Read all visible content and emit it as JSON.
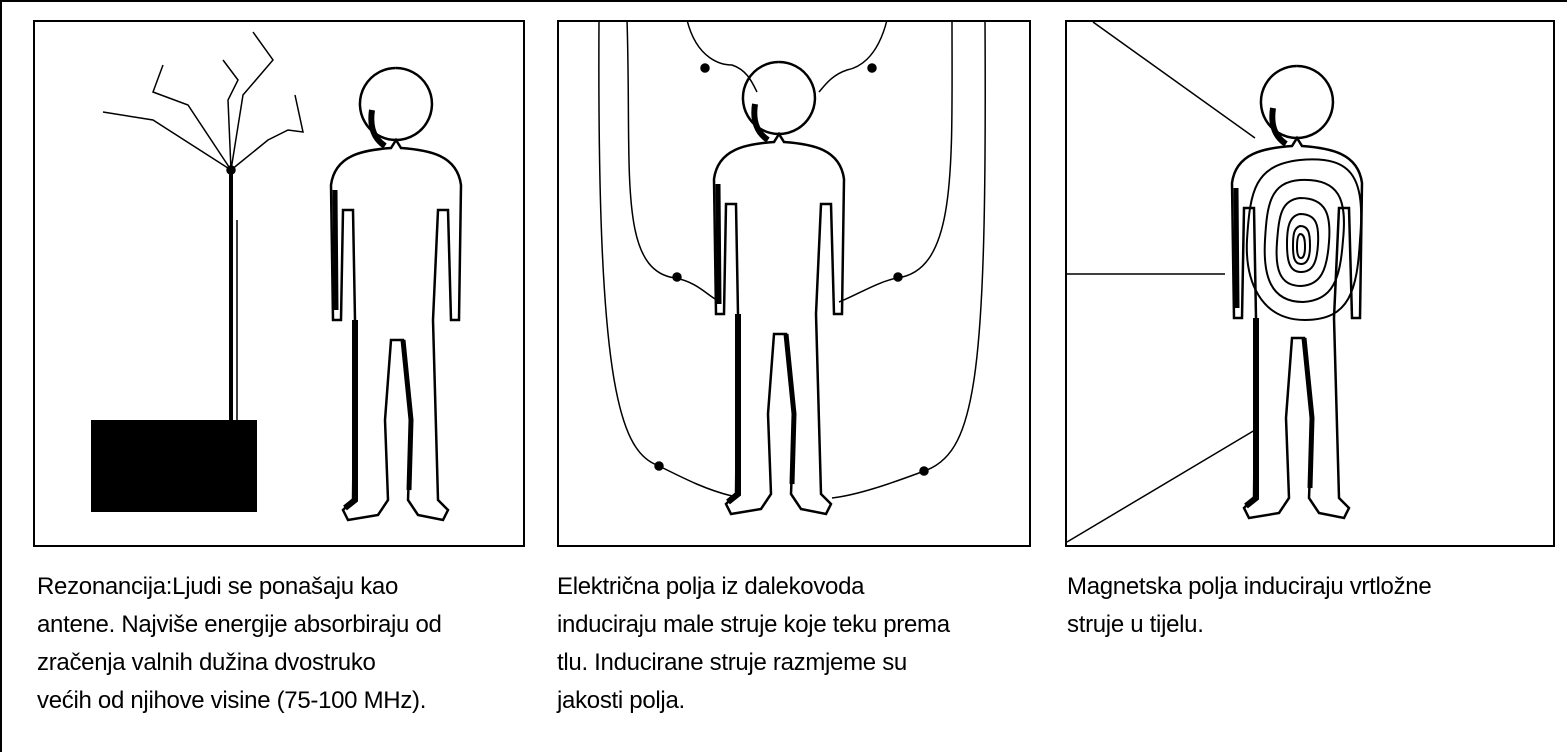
{
  "panels": [
    {
      "caption": "Rezonancija:Ljudi se ponašaju kao\nantene. Najviše energije absorbiraju od\nzračenja valnih dužina dvostruko\nvećih od njihove visine (75-100 MHz)."
    },
    {
      "caption": "Električna polja iz dalekovoda\ninduciraju male struje koje teku prema\ntlu. Inducirane struje razmjeme su\njakosti polja."
    },
    {
      "caption": "Magnetska polja induciraju vrtložne\nstruje u tijelu."
    }
  ]
}
